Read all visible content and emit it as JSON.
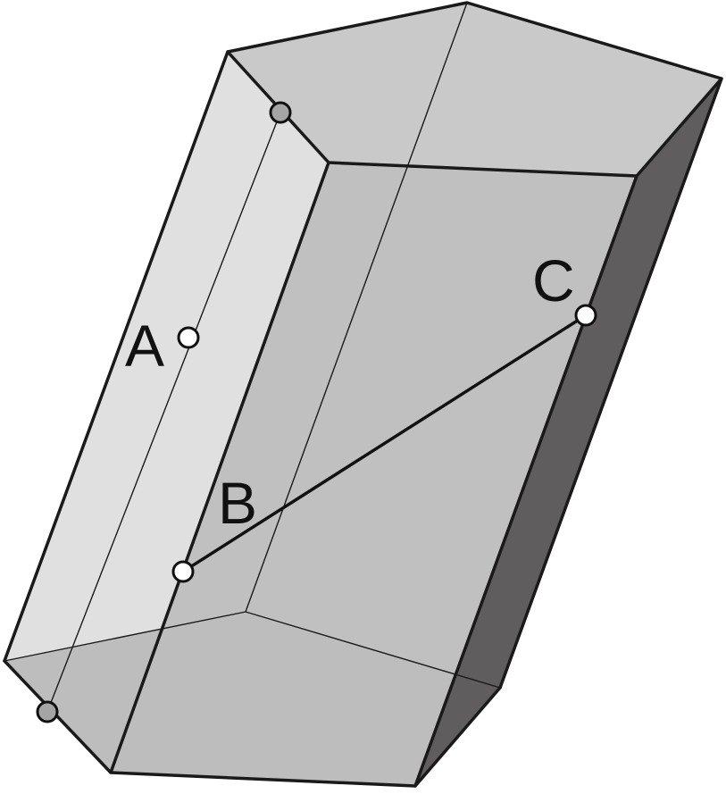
{
  "diagram": {
    "labels": {
      "a": "A",
      "b": "B",
      "c": "C"
    },
    "colors": {
      "background": "#ffffff",
      "top_face": "#c9c9c9",
      "left_face": "#e0e0e0",
      "front_face": "#c0c0c0",
      "dark_face": "#5f5d5d",
      "bottom_face": "#bdbdbd",
      "edge": "#1a1a1a",
      "open_point": "#ffffff",
      "filled_point": "#a5a5a5"
    }
  }
}
